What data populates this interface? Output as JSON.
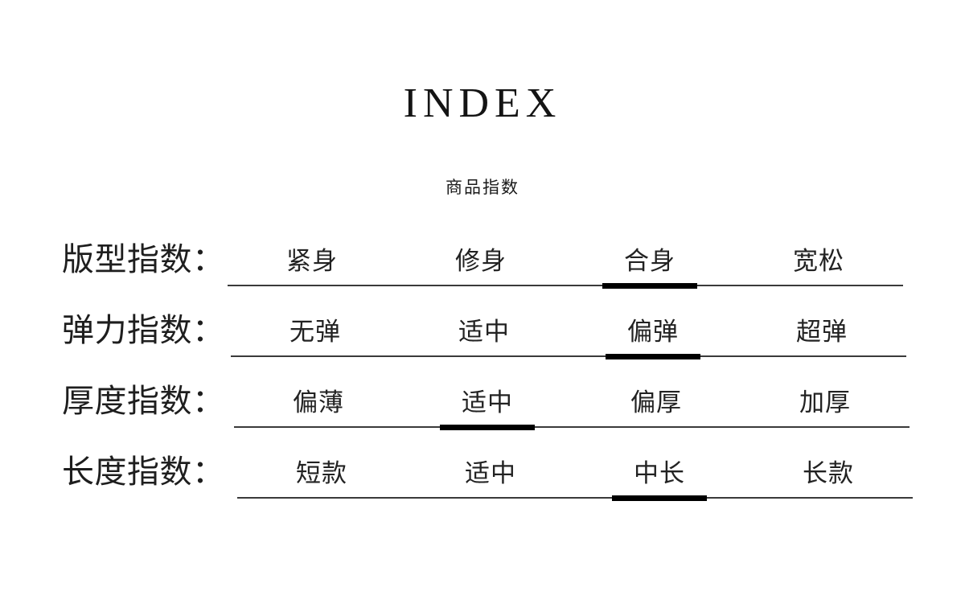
{
  "header": {
    "title": "INDEX",
    "subtitle": "商品指数"
  },
  "index_table": {
    "rows": [
      {
        "label": "版型指数：",
        "options": [
          "紧身",
          "修身",
          "合身",
          "宽松"
        ],
        "selected": 2
      },
      {
        "label": "弹力指数：",
        "options": [
          "无弹",
          "适中",
          "偏弹",
          "超弹"
        ],
        "selected": 2
      },
      {
        "label": "厚度指数：",
        "options": [
          "偏薄",
          "适中",
          "偏厚",
          "加厚"
        ],
        "selected": 1
      },
      {
        "label": "长度指数：",
        "options": [
          "短款",
          "适中",
          "中长",
          "长款"
        ],
        "selected": 2
      }
    ]
  },
  "colors": {
    "background": "#ffffff",
    "text": "#1e1e1e",
    "rule_line": "#3a3a3a",
    "selected_bar": "#000000"
  }
}
